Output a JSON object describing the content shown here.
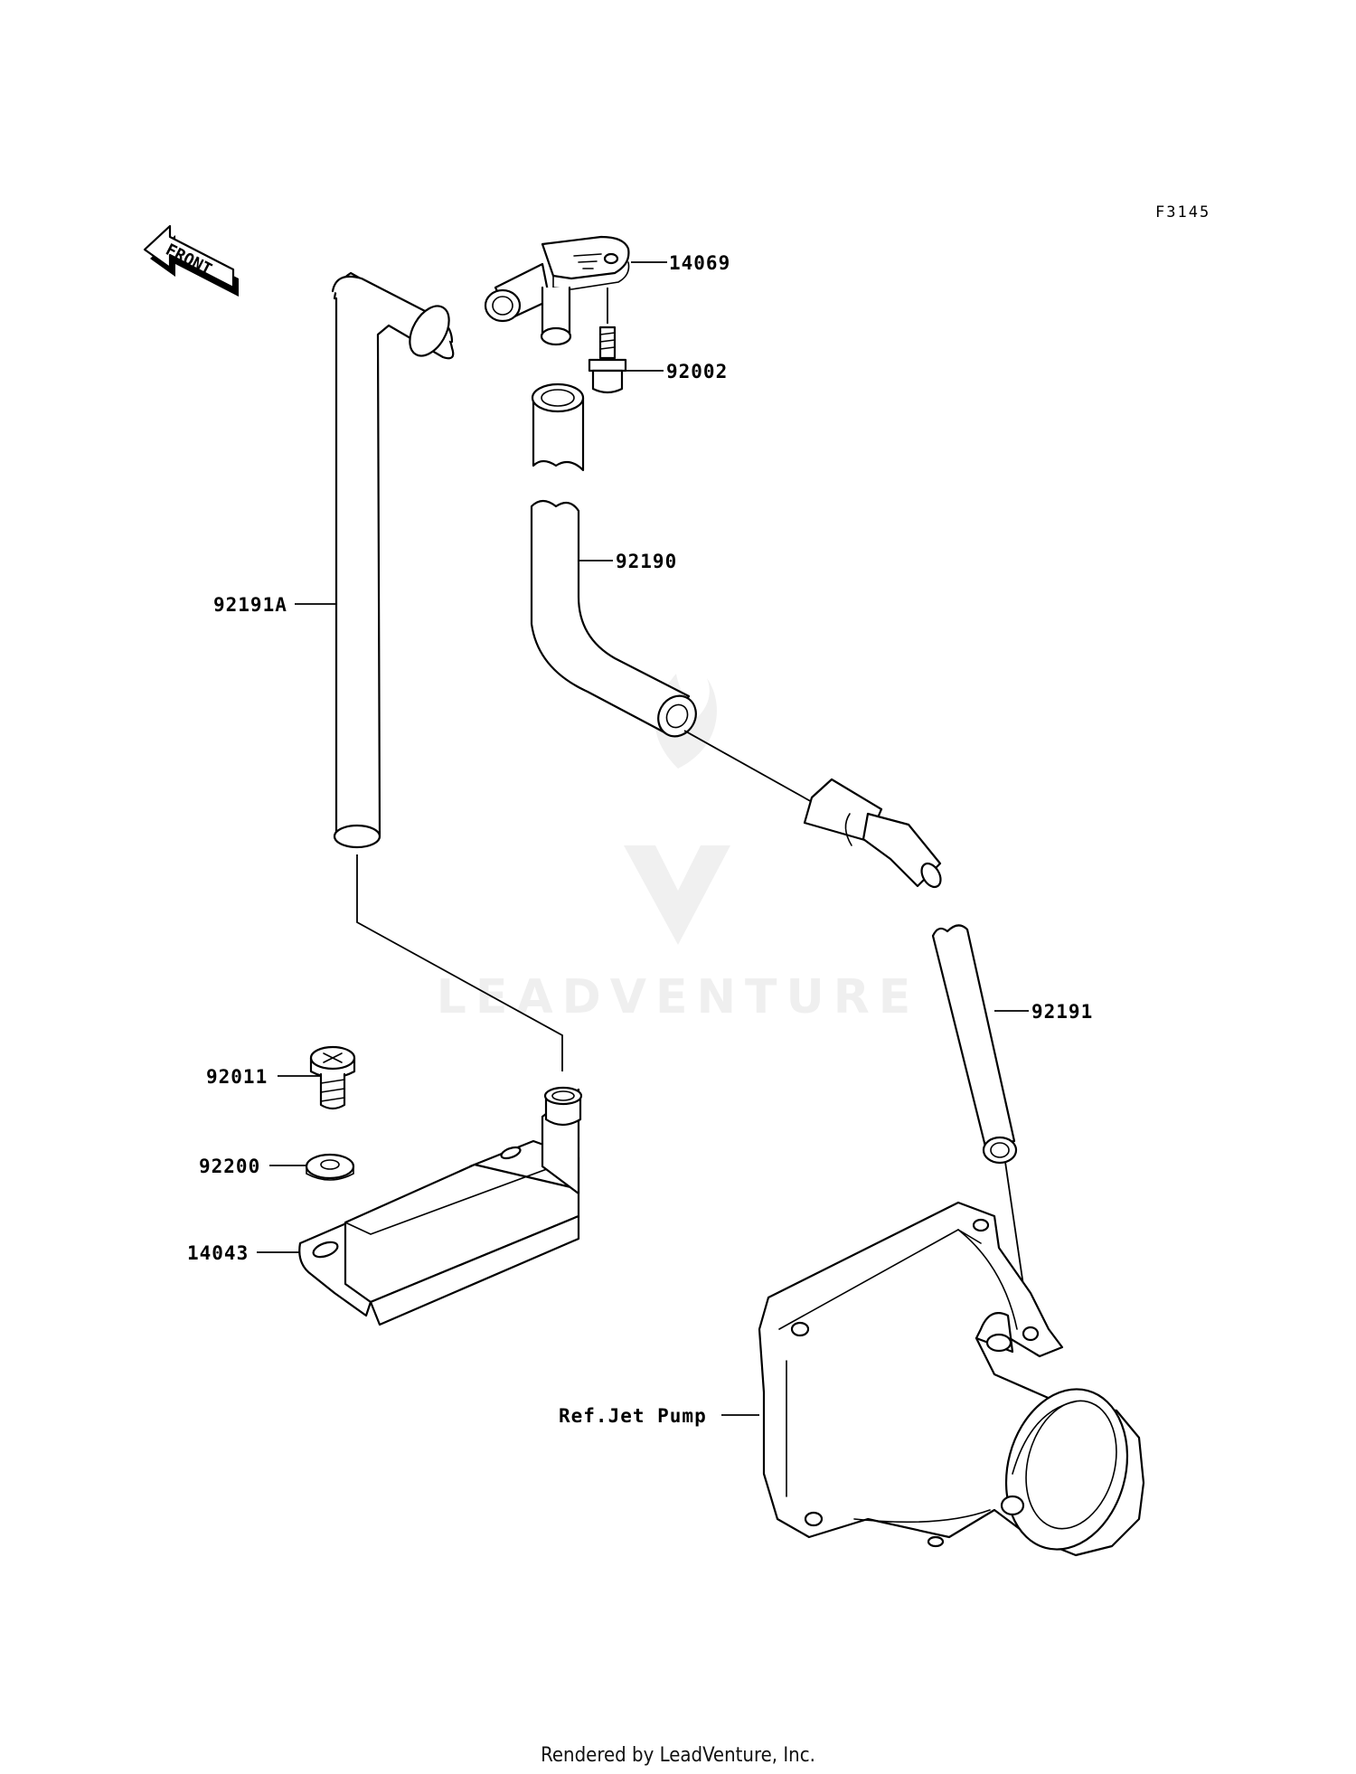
{
  "diagram": {
    "code": "F3145",
    "front_label": "FRONT",
    "watermark": "LEADVENTURE",
    "footer": "Rendered by LeadVenture, Inc.",
    "callouts": {
      "p14069": "14069",
      "p92002": "92002",
      "p92190": "92190",
      "p92191A": "92191A",
      "p92191": "92191",
      "p92011": "92011",
      "p92200": "92200",
      "p14043": "14043",
      "ref_jet_pump": "Ref.Jet Pump"
    }
  }
}
